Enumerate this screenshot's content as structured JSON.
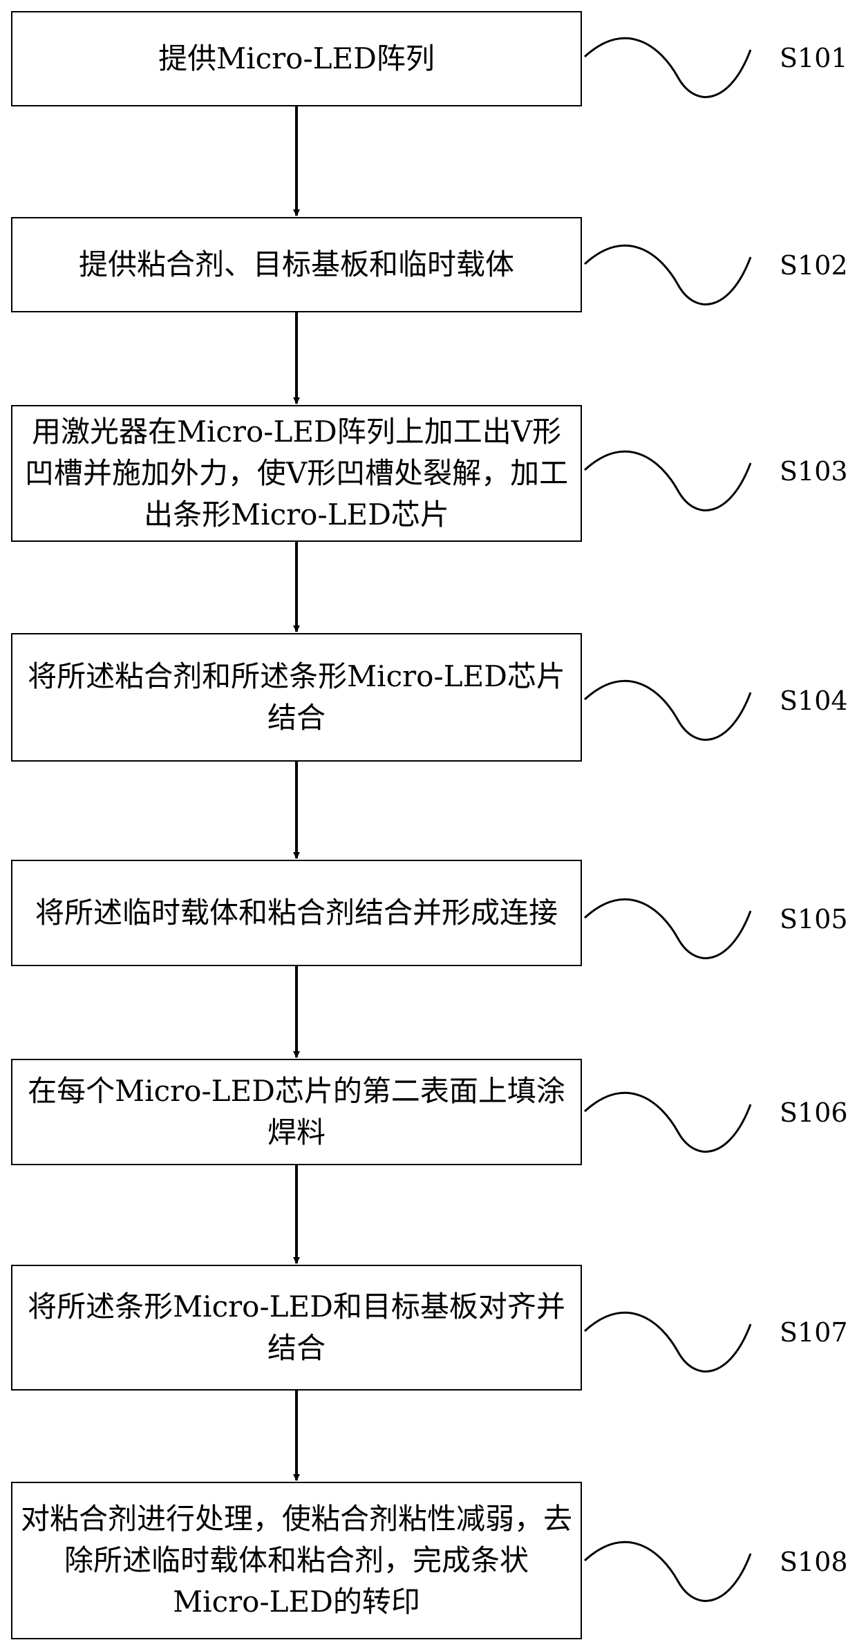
{
  "steps": [
    {
      "id": "S101",
      "text": "提供Micro-LED阵列"
    },
    {
      "id": "S102",
      "text": "提供粘合剂、目标基板和临时载体"
    },
    {
      "id": "S103",
      "text": "用激光器在Micro-LED阵列上加工出V形凹槽并施加外力，使V形凹槽处裂解，加工出条形Micro-LED芯片"
    },
    {
      "id": "S104",
      "text": "将所述粘合剂和所述条形Micro-LED芯片结合"
    },
    {
      "id": "S105",
      "text": "将所述临时载体和粘合剂结合并形成连接"
    },
    {
      "id": "S106",
      "text": "在每个Micro-LED芯片的第二表面上填涂焊料"
    },
    {
      "id": "S107",
      "text": "将所述条形Micro-LED和目标基板对齐并结合"
    },
    {
      "id": "S108",
      "text": "对粘合剂进行处理，使粘合剂粘性减弱，去除所述临时载体和粘合剂，完成条状Micro-LED的转印"
    }
  ]
}
